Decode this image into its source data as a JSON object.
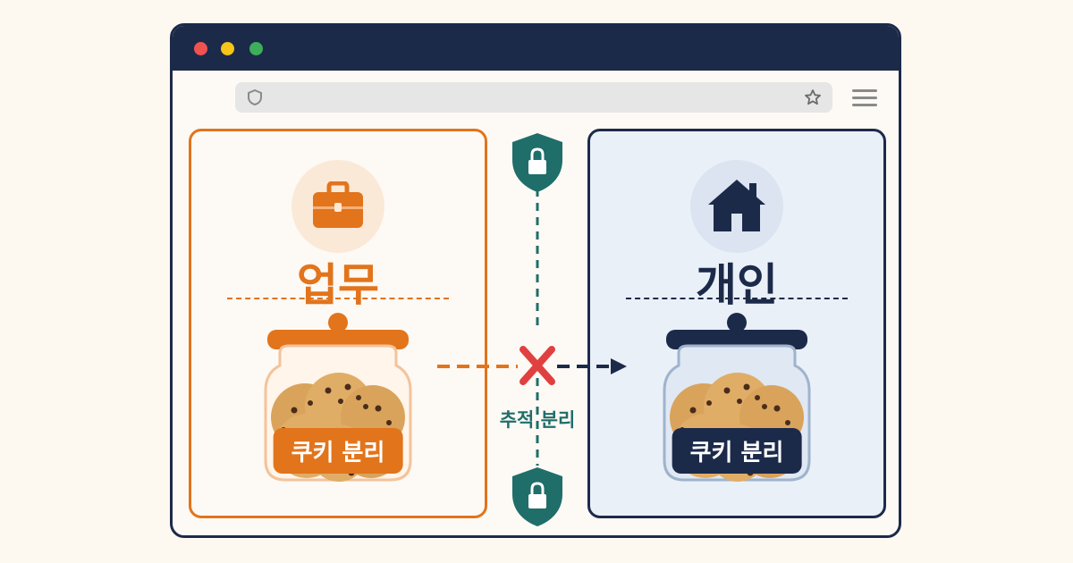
{
  "colors": {
    "work_accent": "#e2741c",
    "personal_accent": "#1c2a4a",
    "shield_teal": "#1f6e6a",
    "block_red": "#e04040"
  },
  "window": {
    "traffic_lights": [
      "#ef5350",
      "#f5c518",
      "#3dae5a"
    ],
    "address_bar": {
      "left_icon": "shield-icon",
      "right_icon": "star-icon",
      "value": ""
    },
    "menu_icon": "hamburger-menu-icon"
  },
  "work_panel": {
    "icon": "briefcase-icon",
    "title": "업무",
    "jar_label": "쿠키 분리"
  },
  "personal_panel": {
    "icon": "house-icon",
    "title": "개인",
    "jar_label": "쿠키 분리"
  },
  "separator": {
    "label": "추적 분리",
    "icons": [
      "lock-shield-icon",
      "lock-shield-icon"
    ],
    "block_icon": "x-mark-icon"
  }
}
